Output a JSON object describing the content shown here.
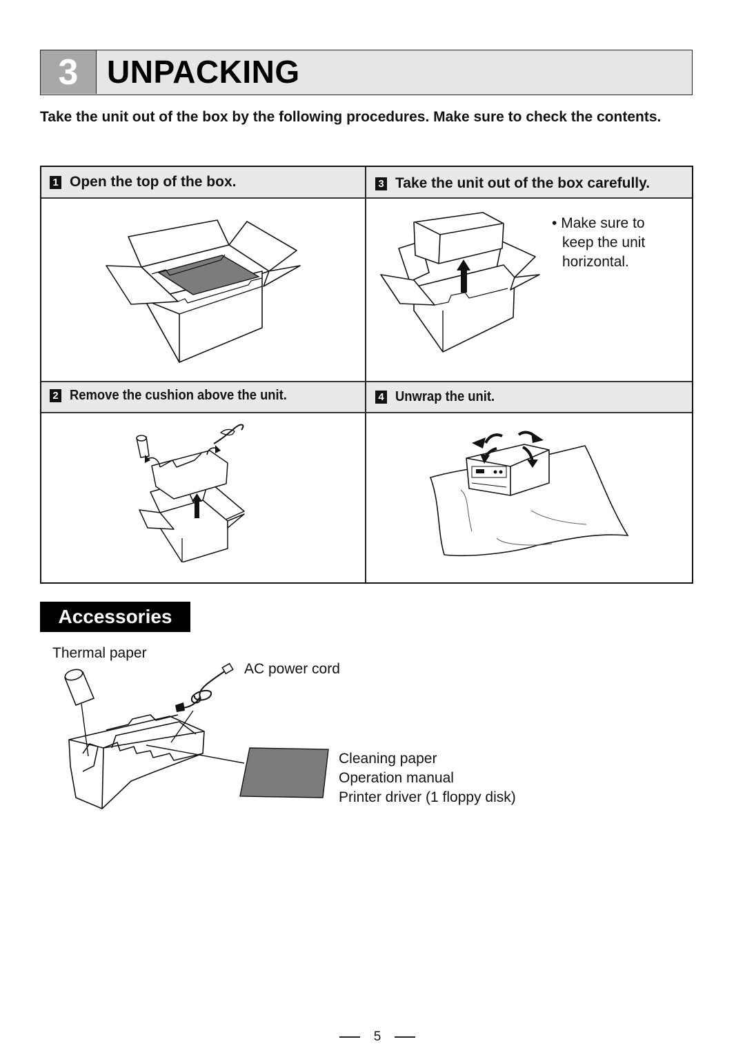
{
  "section": {
    "number": "3",
    "title": "UNPACKING"
  },
  "intro": "Take the unit out of the box by the following procedures.  Make sure to check the contents.",
  "steps": [
    {
      "num": "1",
      "label": "Open the top of the box."
    },
    {
      "num": "2",
      "label": "Remove the cushion above the unit."
    },
    {
      "num": "3",
      "label": "Take the unit out of the box carefully."
    },
    {
      "num": "4",
      "label": "Unwrap the unit."
    }
  ],
  "step3_note": {
    "bullet": "•",
    "lines": [
      "Make sure to",
      "keep the unit",
      "horizontal."
    ]
  },
  "accessories": {
    "title": "Accessories",
    "items": {
      "thermal_paper": "Thermal paper",
      "ac_power_cord": "AC power cord",
      "cleaning_paper": "Cleaning paper",
      "operation_manual": "Operation manual",
      "printer_driver": "Printer driver (1 floppy disk)"
    }
  },
  "page_number": "5"
}
